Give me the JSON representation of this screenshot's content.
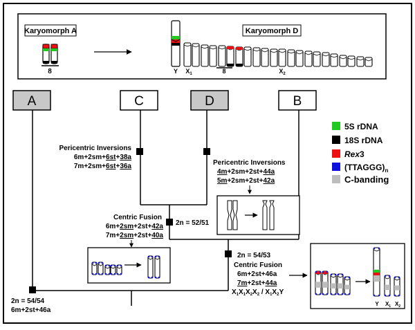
{
  "top_panel": {
    "karyomorph_a_label": "Karyomorph A",
    "karyomorph_d_label": "Karyomorph D",
    "pair_label_a": "8",
    "chrom_labels_d": {
      "y": "Y",
      "x1": "X",
      "x1_sub": "1",
      "pair8": "8",
      "x2": "X",
      "x2_sub": "2"
    }
  },
  "nodes": [
    {
      "id": "A",
      "label": "A",
      "fill": "#c8c8c8"
    },
    {
      "id": "C",
      "label": "C",
      "fill": "#ffffff"
    },
    {
      "id": "D",
      "label": "D",
      "fill": "#c8c8c8"
    },
    {
      "id": "B",
      "label": "B",
      "fill": "#ffffff"
    }
  ],
  "legend": [
    {
      "label": "5S rDNA",
      "color": "#22c922"
    },
    {
      "label": "18S rDNA",
      "color": "#000000"
    },
    {
      "label": "Rex3",
      "label_italic": "Rex",
      "label_rest": "3",
      "color": "#ee1111"
    },
    {
      "label": "(TTAGGG)n",
      "label_main": "(TTAGGG)",
      "label_sub": "n",
      "color": "#1010dd"
    },
    {
      "label": "C-banding",
      "color": "#bdbdbd"
    }
  ],
  "events": {
    "c_inversion": {
      "title": "Pericentric Inversions",
      "line1": [
        "6m+2sm+",
        "6st",
        "+",
        "38a"
      ],
      "line2": [
        "7m+2sm+",
        "6st",
        "+",
        "36a"
      ]
    },
    "d_inversion": {
      "title": "Pericentric Inversions",
      "line1": [
        "4m",
        "+2sm+2st+",
        "44a"
      ],
      "line2": [
        "5m",
        "+2sm+2st+",
        "42a"
      ]
    },
    "centric_fusion_1": {
      "title": "Centric Fusion",
      "line1": [
        "6m+",
        "2sm",
        "+2st+",
        "42a"
      ],
      "line2": [
        "7m+",
        "2sm",
        "+2st+",
        "40a"
      ],
      "diploid": "2n = 52/51"
    },
    "centric_fusion_2": {
      "diploid": "2n = 54/53",
      "title": "Centric Fusion",
      "line1": "6m+2st+46a",
      "line2": [
        "7m",
        "+2st+",
        "44a"
      ],
      "line3": "X1X1X2X2 / X1X2Y"
    },
    "root": {
      "diploid": "2n = 54/54",
      "formula": "6m+2st+46a"
    }
  },
  "fusion_result_labels": {
    "y": "Y",
    "x1": "X",
    "x1_sub": "1",
    "x2": "X",
    "x2_sub": "2"
  }
}
